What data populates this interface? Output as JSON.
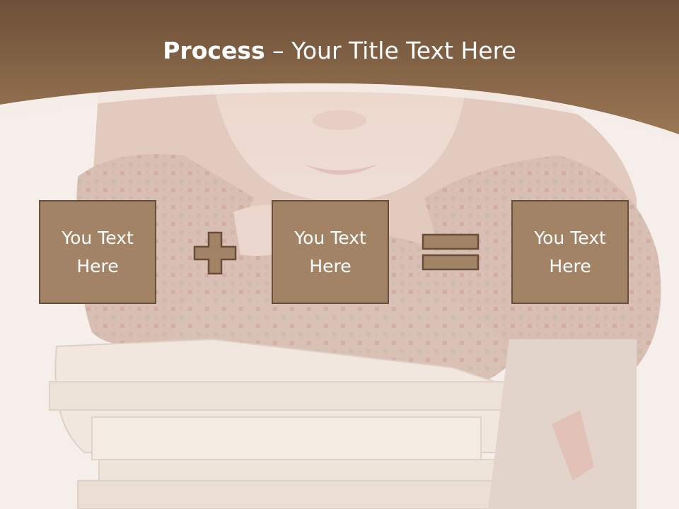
{
  "slide": {
    "title_bold": "Process",
    "title_rest": " – Your Title Text Here",
    "boxes": [
      {
        "text": "You Text Here"
      },
      {
        "text": "You Text Here"
      },
      {
        "text": "You Text Here"
      }
    ],
    "operators": [
      "plus-icon",
      "equals-icon"
    ]
  },
  "colors": {
    "header_brown": "#8d6a4c",
    "box_fill": "#a38365",
    "box_border": "#684d38",
    "background": "#f6eeea"
  }
}
